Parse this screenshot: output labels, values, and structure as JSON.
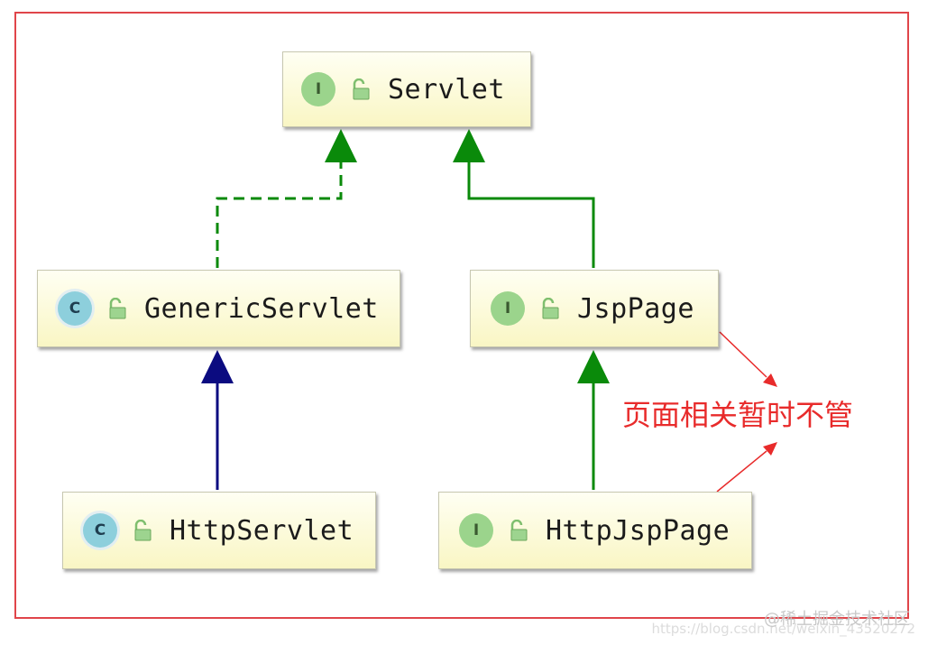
{
  "nodes": {
    "servlet": {
      "kind": "I",
      "label": "Servlet"
    },
    "generic_servlet": {
      "kind": "C",
      "label": "GenericServlet"
    },
    "jsp_page": {
      "kind": "I",
      "label": "JspPage"
    },
    "http_servlet": {
      "kind": "C",
      "label": "HttpServlet"
    },
    "http_jsp_page": {
      "kind": "I",
      "label": "HttpJspPage"
    }
  },
  "edges": [
    {
      "from": "GenericServlet",
      "to": "Servlet",
      "style": "dashed",
      "color": "#0a8a0a"
    },
    {
      "from": "JspPage",
      "to": "Servlet",
      "style": "solid",
      "color": "#0a8a0a"
    },
    {
      "from": "HttpServlet",
      "to": "GenericServlet",
      "style": "solid",
      "color": "#0b0b80"
    },
    {
      "from": "HttpJspPage",
      "to": "JspPage",
      "style": "solid",
      "color": "#0a8a0a"
    }
  ],
  "annotation": {
    "text": "页面相关暂时不管",
    "color": "#e82b2b"
  },
  "watermark": {
    "site": "@稀土掘金技术社区",
    "url": "https://blog.csdn.net/weixin_43520272"
  },
  "colors": {
    "frame": "#e0454a",
    "node_fill": "#fbf9d4",
    "interface_badge": "#9bd48c",
    "class_badge": "#8dcfdc"
  },
  "icons": {
    "interface": "interface-badge-icon",
    "class": "class-badge-icon",
    "visibility": "unlocked-padlock-icon"
  }
}
